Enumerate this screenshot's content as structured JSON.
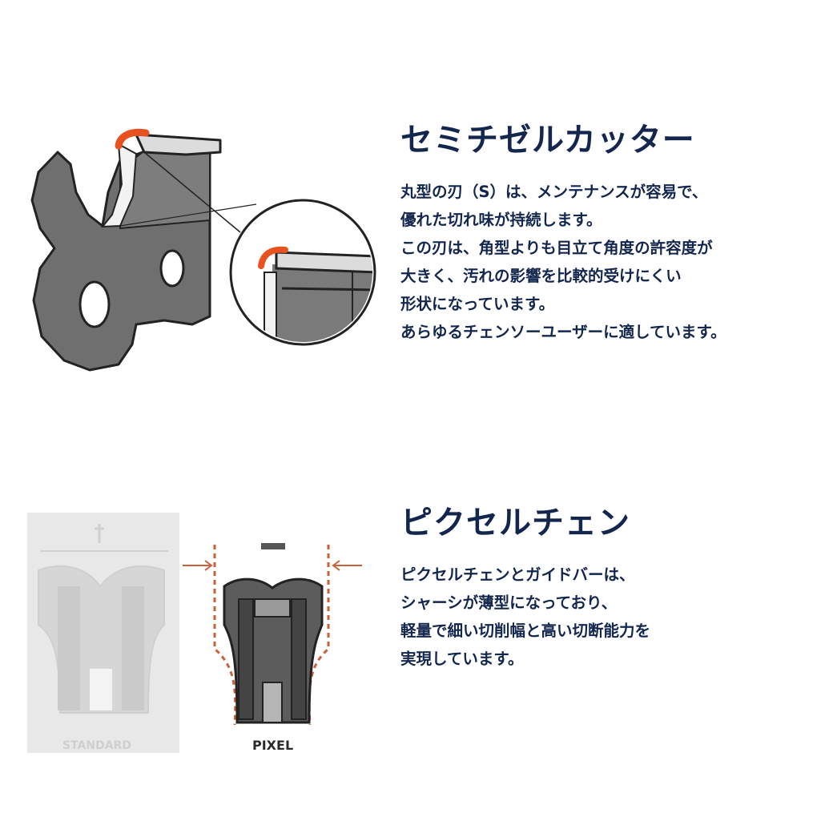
{
  "cutter_section": {
    "title": "セミチゼルカッター",
    "lines": [
      "丸型の刃（S）は、メンテナンスが容易で、",
      "優れた切れ味が持続します。",
      "この刃は、角型よりも目立て角度の許容度が",
      "大きく、汚れの影響を比較的受けにくい",
      "形状になっています。",
      "あらゆるチェンソーユーザーに適しています。"
    ]
  },
  "pixel_section": {
    "title": "ピクセルチェン",
    "lines": [
      "ピクセルチェンとガイドバーは、",
      "シャーシが薄型になっており、",
      "軽量で細い切削幅と高い切断能力を",
      "実現しています。"
    ],
    "standard_label": "STANDARD",
    "pixel_label": "PIXEL"
  },
  "colors": {
    "navy_text": "#13264d",
    "accent_orange": "#e8521f",
    "dashed_outline": "#c9623a",
    "cutter_gray": "#6f6f6f"
  }
}
